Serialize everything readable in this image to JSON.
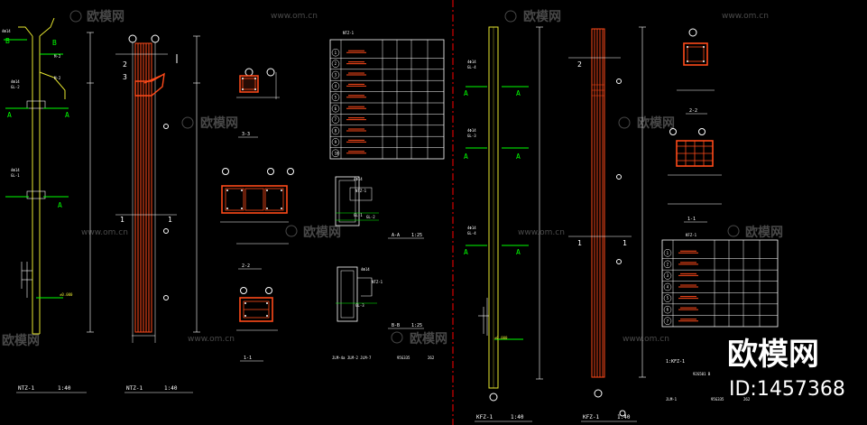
{
  "watermark": {
    "brand": "欧模网",
    "url": "www.om.cn"
  },
  "badge": {
    "brand": "欧模网",
    "id": "ID:1457368"
  },
  "colors": {
    "background": "#000000",
    "column_red": "#ff4a1a",
    "column_yellow": "#e8e830",
    "dim_green": "#00ff00",
    "divider_red": "#ff0000",
    "line_white": "#ffffff"
  },
  "left_sheet": {
    "col1_title": "NTZ-1",
    "col1_scale": "1:40",
    "col2_title": "NTZ-1",
    "col2_scale": "1:40",
    "col2_mark_2": "2",
    "col2_mark_3": "3",
    "col2_mark_1": "1",
    "section_labels": [
      "3-3",
      "2-2",
      "1-1"
    ],
    "table_title": "NTZ-1",
    "table_rows": [
      "1",
      "2",
      "3",
      "4",
      "5",
      "6",
      "7",
      "8",
      "9",
      "10"
    ],
    "detail_a_label": "A-A",
    "detail_a_scale": "1:25",
    "detail_b_label": "B-B",
    "detail_b_scale": "1:25",
    "detail_tag_1": "NTZ-1",
    "detail_tag_2": "NTZ-1",
    "level_mark": "±0.000",
    "footer_code": "JLM-4a JLM-2 JLM-7",
    "footer_num_1": "95G335",
    "footer_num_2": "262"
  },
  "right_sheet": {
    "col1_title": "KFZ-1",
    "col1_scale": "1:40",
    "col2_title": "KFZ-1",
    "col2_scale": "1:40",
    "col2_mark_2": "2",
    "col2_mark_1": "1",
    "section_labels": [
      "2-2",
      "1-1"
    ],
    "table_title": "KFZ-1",
    "table_rows": [
      "1",
      "2",
      "3",
      "4",
      "5",
      "6",
      "7"
    ],
    "note_1": "1:KFZ-1",
    "note_2": "92G501 B",
    "footer_code": "JLM-1",
    "footer_num_1": "95G335",
    "footer_num_2": "262",
    "level_mark": "±0.000"
  }
}
